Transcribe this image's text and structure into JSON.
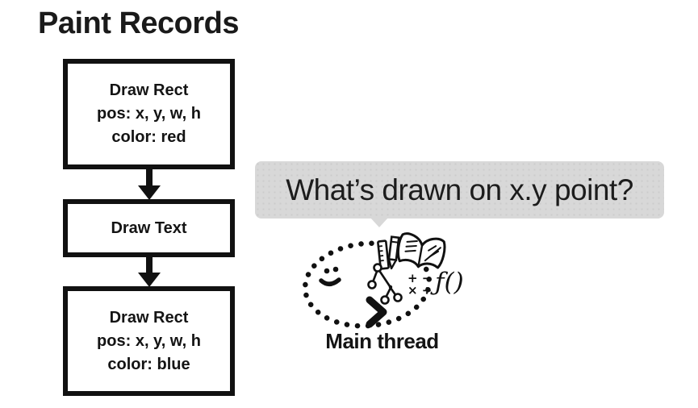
{
  "title": "Paint Records",
  "colors": {
    "ink": "#1a1a1a",
    "box_border": "#111111",
    "bubble_bg": "#d8d8d8"
  },
  "flowchart": {
    "boxes": [
      {
        "name": "draw-rect-red",
        "lines": [
          "Draw Rect",
          "pos: x, y, w, h",
          "color: red"
        ]
      },
      {
        "name": "draw-text",
        "lines": [
          "Draw Text"
        ]
      },
      {
        "name": "draw-rect-blue",
        "lines": [
          "Draw Rect",
          "pos: x, y, w, h",
          "color: blue"
        ]
      }
    ]
  },
  "bubble": {
    "text": "What’s drawn on x.y point?"
  },
  "main_thread": {
    "label": "Main thread",
    "math_row1": "+ −",
    "math_row2": "× ÷",
    "function_text": "ƒ()",
    "icons": [
      "dotted-loop",
      "smiley-face",
      "ruler",
      "pencil",
      "open-book",
      "tree-graph",
      "math-symbols",
      "function-notation",
      "chevron-arrow"
    ]
  }
}
